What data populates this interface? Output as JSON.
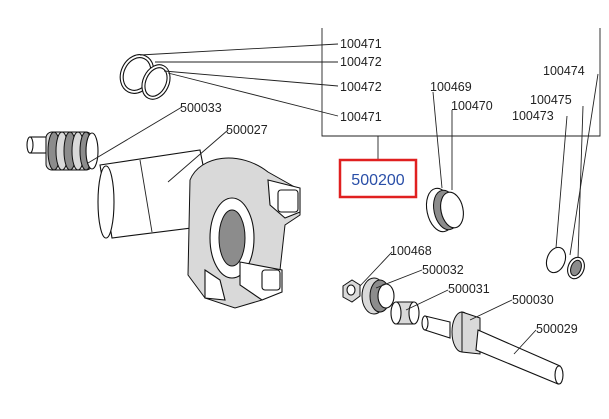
{
  "assembly": {
    "number": "500200",
    "border_color": "#e02020",
    "text_color": "#2a4fa8"
  },
  "labels": {
    "p100471_a": "100471",
    "p100472_a": "100472",
    "p100472_b": "100472",
    "p100471_b": "100471",
    "p100469": "100469",
    "p100470": "100470",
    "p100474": "100474",
    "p100475": "100475",
    "p100473": "100473",
    "p500033": "500033",
    "p500027": "500027",
    "p100468": "100468",
    "p500032": "500032",
    "p500031": "500031",
    "p500030": "500030",
    "p500029": "500029"
  }
}
